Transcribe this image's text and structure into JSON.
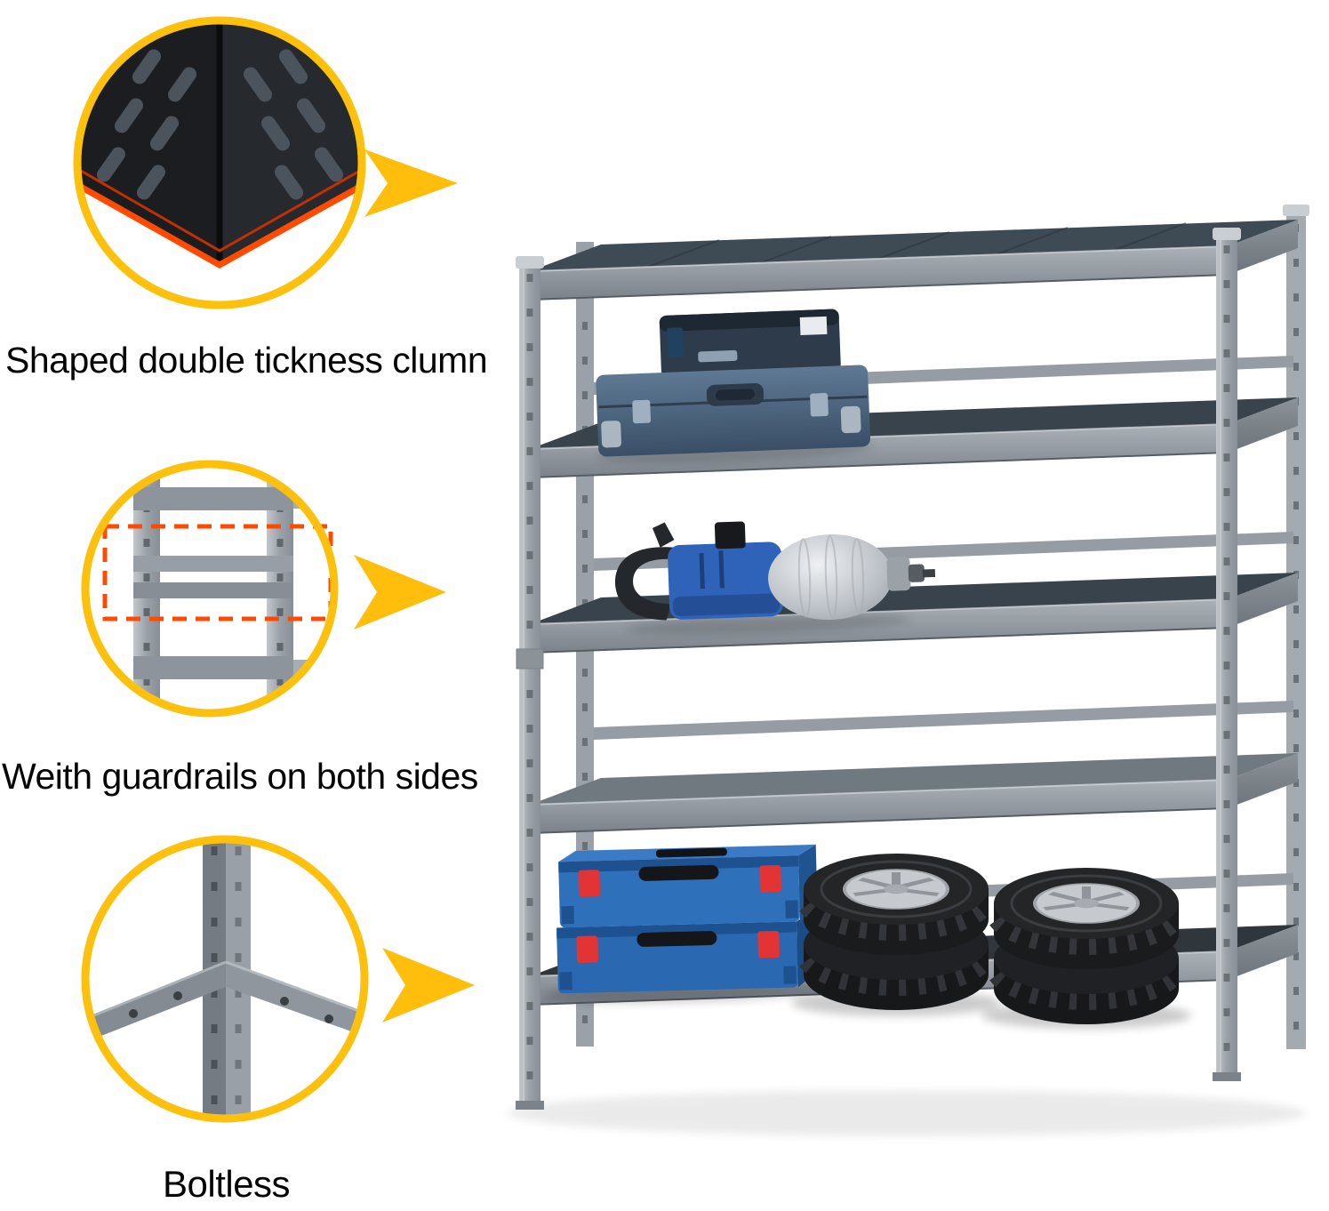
{
  "captions": {
    "feature1": "Shaped double tickness clumn",
    "feature2": "Weith guardrails on both sides",
    "feature3": "Boltless"
  },
  "colors": {
    "accent_yellow": "#FDC10D",
    "arrow_yellow": "#FFBE0B",
    "highlight_orange": "#FF4A00",
    "metal_light": "#A8AEB3",
    "metal_dark": "#2B2F33",
    "shelf_surface_dark": "#3E4A54",
    "shelf_surface_light": "#707980",
    "toolbox_blue": "#46607A",
    "case_blue": "#2A69B2",
    "latch_red": "#E23434",
    "tool_blue": "#2F63B9",
    "tire_black": "#191A1B",
    "rim_silver": "#C6CACF"
  },
  "objects": {
    "callout1": "double-thickness-column-closeup",
    "callout2": "guardrail-closeup",
    "callout3": "boltless-joint-closeup",
    "rack": "five-tier-garage-shelving-rack",
    "items": [
      "toolbox",
      "power-tool",
      "stacked-tool-cases",
      "tire-stacks"
    ]
  }
}
